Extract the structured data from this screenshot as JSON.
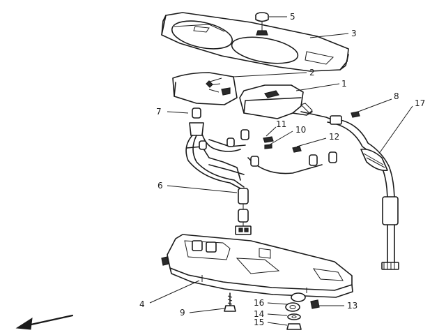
{
  "callouts": [
    {
      "id": "1",
      "label": "1"
    },
    {
      "id": "2",
      "label": "2"
    },
    {
      "id": "3",
      "label": "3"
    },
    {
      "id": "4",
      "label": "4"
    },
    {
      "id": "5",
      "label": "5"
    },
    {
      "id": "6",
      "label": "6"
    },
    {
      "id": "7",
      "label": "7"
    },
    {
      "id": "8",
      "label": "8"
    },
    {
      "id": "9",
      "label": "9"
    },
    {
      "id": "10",
      "label": "10"
    },
    {
      "id": "11",
      "label": "11"
    },
    {
      "id": "12",
      "label": "12"
    },
    {
      "id": "13",
      "label": "13"
    },
    {
      "id": "14",
      "label": "14"
    },
    {
      "id": "15",
      "label": "15"
    },
    {
      "id": "16",
      "label": "16"
    },
    {
      "id": "17",
      "label": "17"
    }
  ],
  "icons": {
    "direction_arrow": "front-direction-arrow-icon"
  }
}
